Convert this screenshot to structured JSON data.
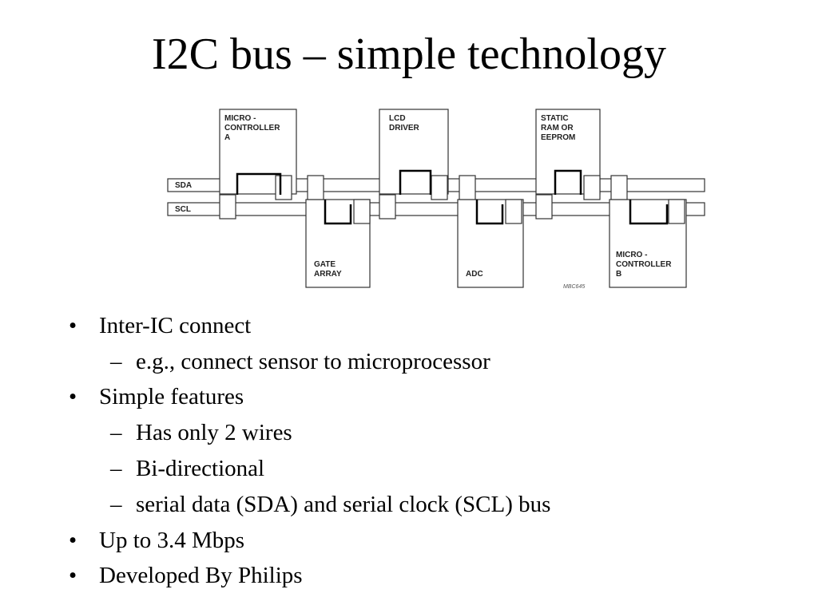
{
  "title": "I2C bus – simple technology",
  "diagram": {
    "bus_labels": {
      "sda": "SDA",
      "scl": "SCL"
    },
    "top_devices": [
      {
        "lines": [
          "MICRO -",
          "CONTROLLER",
          "A"
        ]
      },
      {
        "lines": [
          "LCD",
          "DRIVER"
        ]
      },
      {
        "lines": [
          "STATIC",
          "RAM OR",
          "EEPROM"
        ]
      }
    ],
    "bottom_devices": [
      {
        "lines": [
          "GATE",
          "ARRAY"
        ]
      },
      {
        "lines": [
          "ADC"
        ]
      },
      {
        "lines": [
          "MICRO -",
          "CONTROLLER",
          "B"
        ]
      }
    ],
    "figure_code": "MBC645"
  },
  "bullets": [
    {
      "level": 1,
      "mark": "•",
      "text": "Inter-IC connect"
    },
    {
      "level": 2,
      "mark": "–",
      "text": "e.g., connect sensor to microprocessor"
    },
    {
      "level": 1,
      "mark": "•",
      "text": "Simple features"
    },
    {
      "level": 2,
      "mark": "–",
      "text": "Has only 2 wires"
    },
    {
      "level": 2,
      "mark": "–",
      "text": "Bi-directional"
    },
    {
      "level": 2,
      "mark": "–",
      "text": "serial data (SDA) and serial clock (SCL) bus"
    },
    {
      "level": 1,
      "mark": "•",
      "text": "Up to 3.4 Mbps"
    },
    {
      "level": 1,
      "mark": "•",
      "text": "Developed By Philips"
    }
  ]
}
